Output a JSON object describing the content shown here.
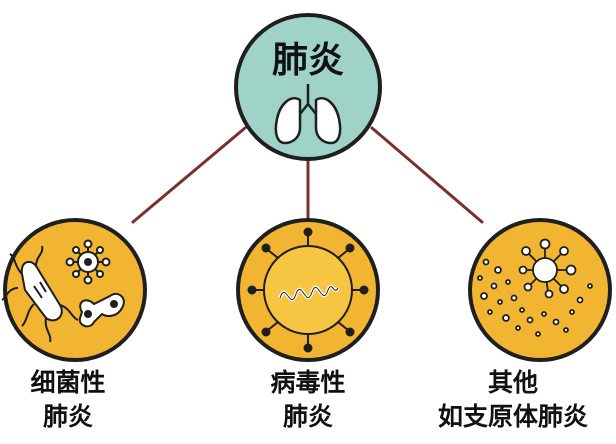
{
  "center": {
    "title": "肺炎",
    "icon": "lungs-icon"
  },
  "nodes": [
    {
      "line1": "细菌性",
      "line2": "肺炎",
      "icon": "bacteria-icon"
    },
    {
      "line1": "病毒性",
      "line2": "肺炎",
      "icon": "virus-icon"
    },
    {
      "line1": "其他",
      "line2": "如支原体肺炎",
      "icon": "mycoplasma-icon"
    }
  ],
  "colors": {
    "center_fill": "#9fd3c7",
    "node_fill": "#f2b531",
    "outline": "#1f1f1f",
    "connector": "#7b2f2a"
  }
}
